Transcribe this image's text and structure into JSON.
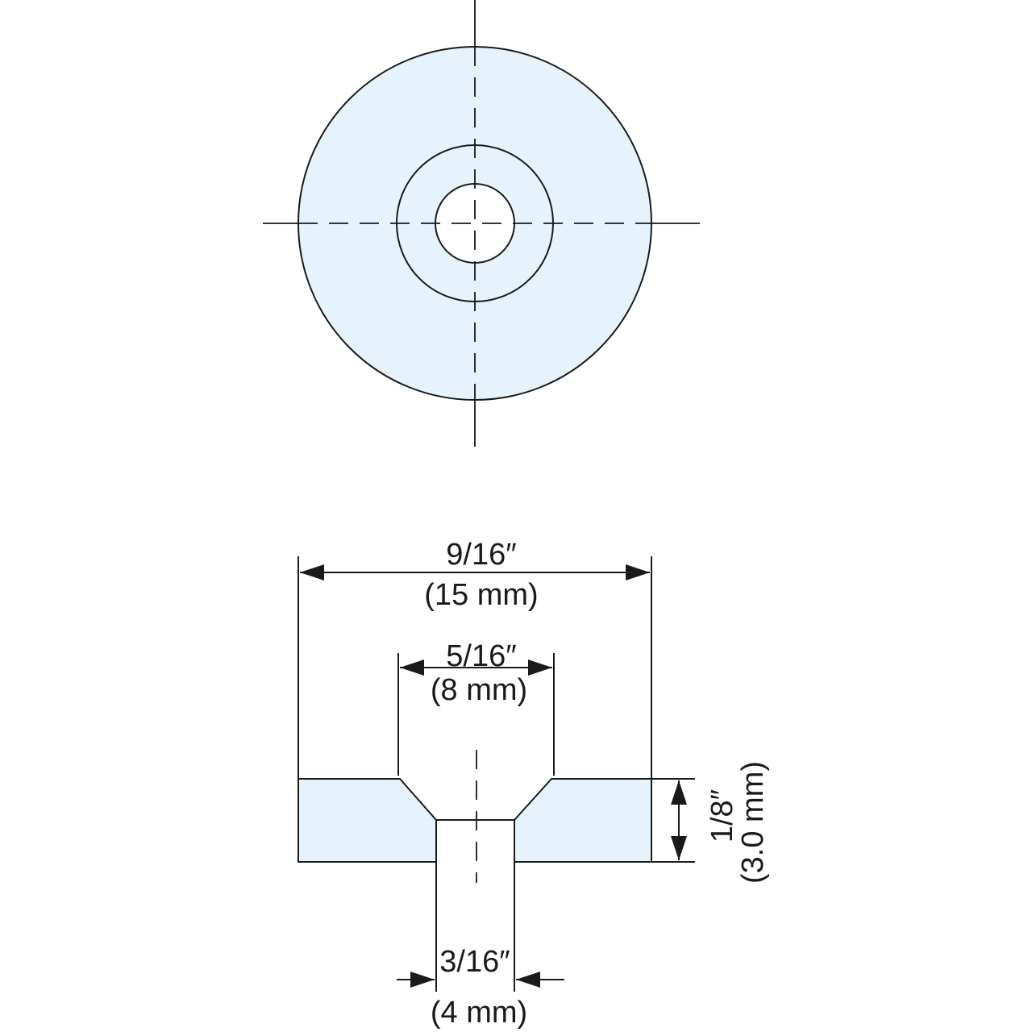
{
  "dimensions": {
    "outer_diameter": {
      "imperial": "9/16″",
      "metric": "(15 mm)"
    },
    "countersink_diameter": {
      "imperial": "5/16″",
      "metric": "(8 mm)"
    },
    "hole_diameter": {
      "imperial": "3/16″",
      "metric": "(4 mm)"
    },
    "thickness": {
      "imperial": "1/8″",
      "metric": "(3.0 mm)"
    }
  },
  "colors": {
    "part_fill": "#e6f3fc",
    "line": "#1a1a1a"
  }
}
